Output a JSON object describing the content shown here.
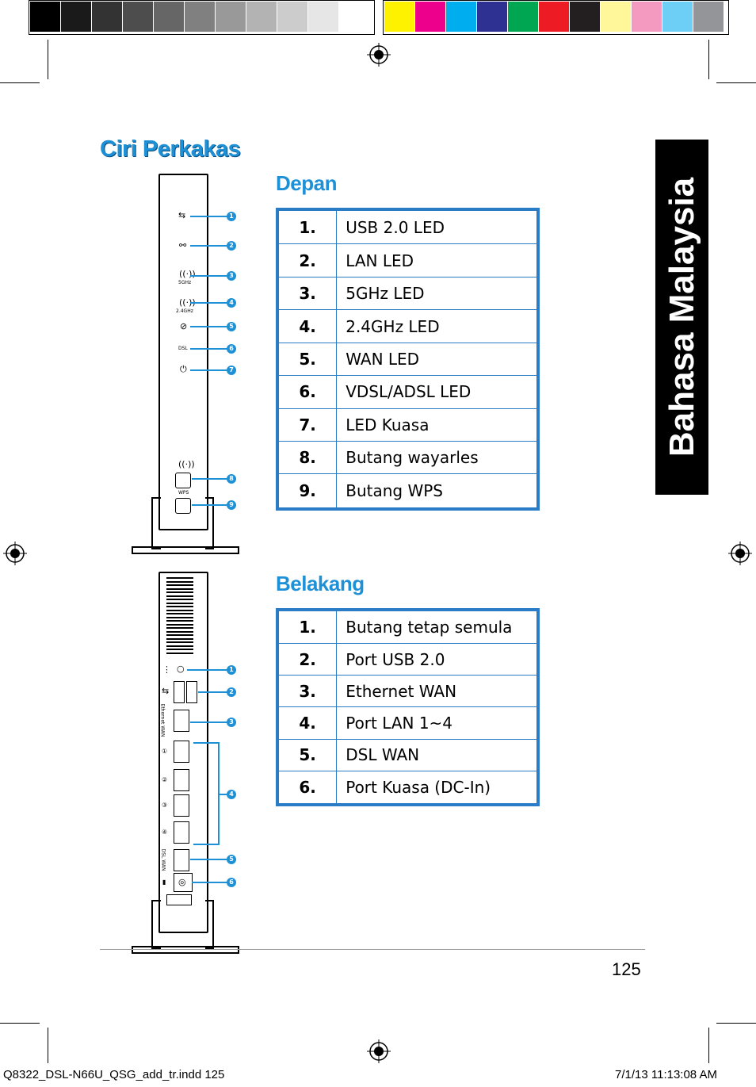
{
  "colors": {
    "accent": "#1e90d6",
    "table_border": "#2a7cc7",
    "swatches_gray": [
      "#000000",
      "#1a1a1a",
      "#333333",
      "#4d4d4d",
      "#666666",
      "#808080",
      "#999999",
      "#b3b3b3",
      "#cccccc",
      "#e6e6e6",
      "#ffffff"
    ],
    "swatches_color": [
      "#fff200",
      "#ec008c",
      "#00aeef",
      "#2e3192",
      "#00a651",
      "#ed1c24",
      "#231f20",
      "#fff799",
      "#f49ac1",
      "#6dcff6",
      "#939598"
    ]
  },
  "page_title": "Ciri Perkakas",
  "side_tab": "Bahasa Malaysia",
  "front": {
    "heading": "Depan",
    "rows": [
      {
        "num": "1.",
        "label": "USB 2.0 LED"
      },
      {
        "num": "2.",
        "label": "LAN LED"
      },
      {
        "num": "3.",
        "label": "5GHz LED"
      },
      {
        "num": "4.",
        "label": "2.4GHz LED"
      },
      {
        "num": "5.",
        "label": "WAN LED"
      },
      {
        "num": "6.",
        "label": "VDSL/ADSL LED"
      },
      {
        "num": "7.",
        "label": "LED Kuasa"
      },
      {
        "num": "8.",
        "label": "Butang wayarles"
      },
      {
        "num": "9.",
        "label": "Butang WPS"
      }
    ],
    "device_labels": {
      "ghz5": "5GHz",
      "ghz24": "2.4GHz",
      "dsl": "DSL",
      "wps": "WPS"
    }
  },
  "back": {
    "heading": "Belakang",
    "rows": [
      {
        "num": "1.",
        "label": "Butang tetap semula"
      },
      {
        "num": "2.",
        "label": "Port USB 2.0"
      },
      {
        "num": "3.",
        "label": "Ethernet WAN"
      },
      {
        "num": "4.",
        "label": "Port LAN 1~4"
      },
      {
        "num": "5.",
        "label": "DSL WAN"
      },
      {
        "num": "6.",
        "label": "Port Kuasa (DC-In)"
      }
    ],
    "device_labels": {
      "eth_wan": "Ethernet WAN",
      "dsl_wan": "DSL WAN"
    }
  },
  "callouts": [
    "1",
    "2",
    "3",
    "4",
    "5",
    "6",
    "7",
    "8",
    "9"
  ],
  "page_number": "125",
  "slug_left": "Q8322_DSL-N66U_QSG_add_tr.indd   125",
  "slug_right": "7/1/13   11:13:08 AM"
}
